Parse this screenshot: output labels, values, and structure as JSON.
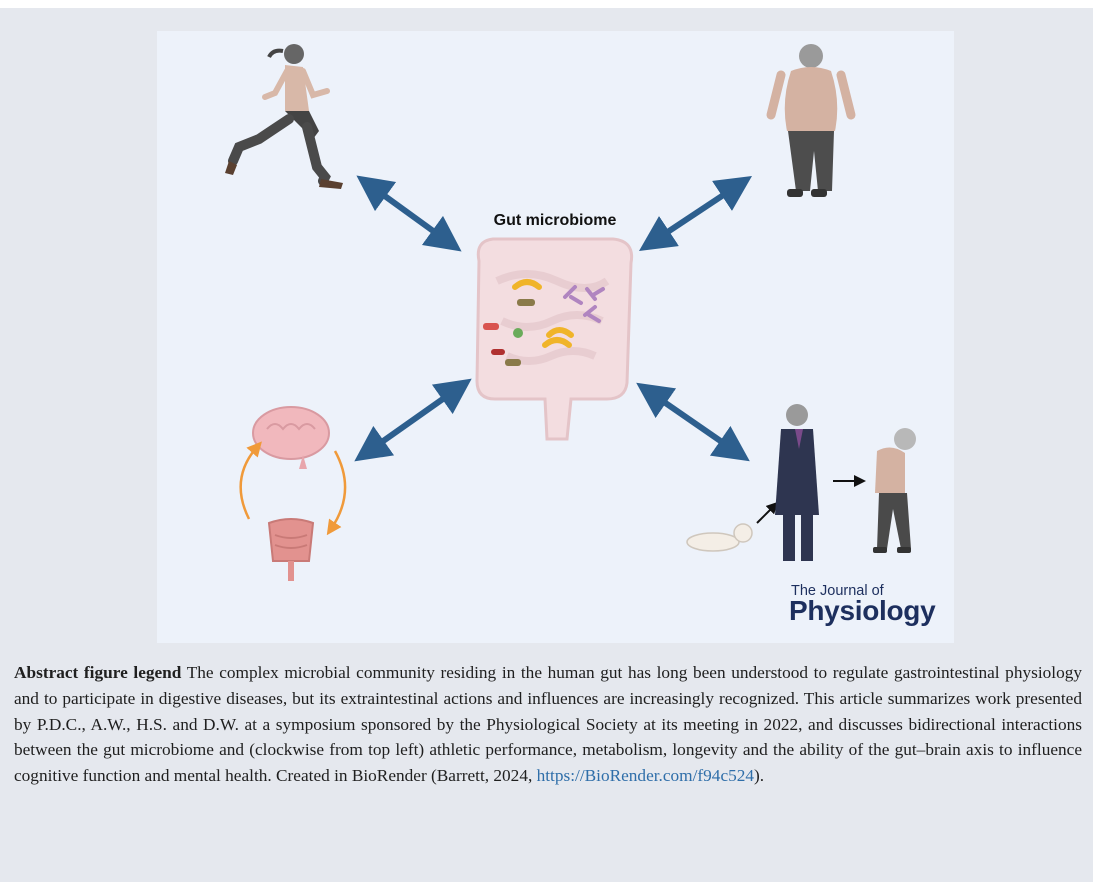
{
  "figure": {
    "center_label": "Gut microbiome",
    "journal_line1": "The Journal of",
    "journal_line2": "Physiology",
    "arrow_color": "#2d5f8e",
    "cycle_arrow_color": "#f09a3a"
  },
  "legend": {
    "heading": "Abstract figure legend",
    "body": "The complex microbial community residing in the human gut has long been understood to regulate gastrointestinal physiology and to participate in digestive diseases, but its extraintestinal actions and influences are increasingly recognized. This article summarizes work presented by P.D.C., A.W., H.S. and D.W. at a symposium sponsored by the Physiological Society at its meeting in 2022, and discusses bidirectional interactions between the gut microbiome and (clockwise from top left) athletic performance, metabolism, longevity and the ability of the gut–brain axis to influence cognitive function and mental health. Created in BioRender (Barrett, 2024, ",
    "link": "https://BioRender.com/f94c524",
    "tail": ")."
  }
}
